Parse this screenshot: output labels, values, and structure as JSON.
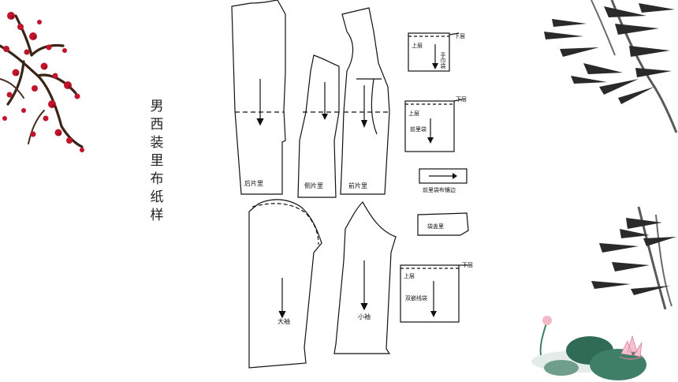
{
  "slide": {
    "title_vertical": "男西装里布纸样"
  },
  "pattern": {
    "pieces": {
      "back_lining": "后片里",
      "side_lining": "侧片里",
      "front_lining": "前片里",
      "large_sleeve": "大袖",
      "small_sleeve": "小袖",
      "handkerchief_pocket": "手巾袋",
      "inner_front_pocket": "前里袋",
      "inner_pocket_facing": "前里袋布镶边",
      "pocket_lining": "袋盖里",
      "double_welt_pocket": "双嵌线袋"
    },
    "layer_upper": "上层",
    "layer_lower": "下层"
  }
}
